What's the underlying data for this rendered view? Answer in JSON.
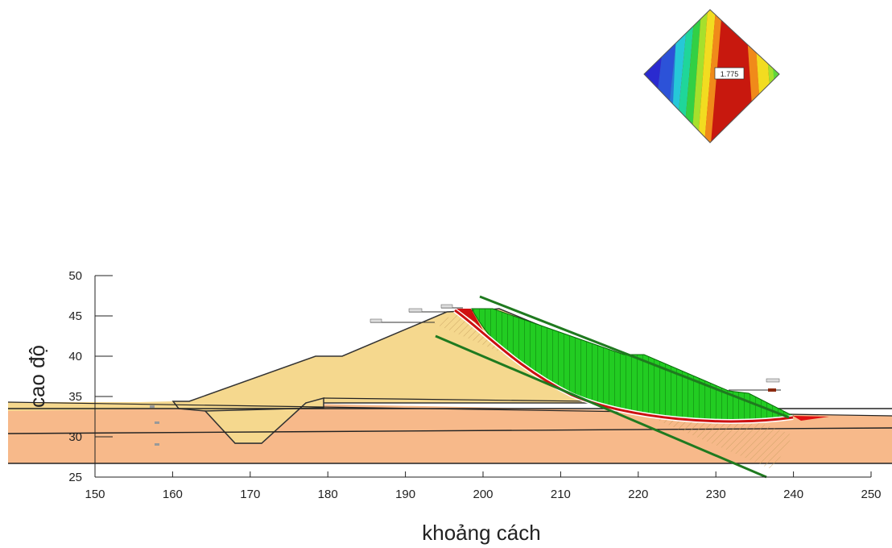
{
  "contour_label": "1.775",
  "axes": {
    "xlabel": "khoảng cách",
    "ylabel": "cao độ",
    "xlim": [
      150,
      250
    ],
    "ylim": [
      25,
      50
    ],
    "xticks": [
      150,
      160,
      170,
      180,
      190,
      200,
      210,
      220,
      230,
      240,
      250
    ],
    "yticks": [
      25,
      30,
      35,
      40,
      45,
      50
    ]
  },
  "colors": {
    "embankment": "#f5d88e",
    "foundation": "#f7b98a",
    "slide_mass": "#22cc22",
    "critical_surface": "#cc1111",
    "grid_line": "#1f7a1f",
    "outline": "#333333"
  }
}
